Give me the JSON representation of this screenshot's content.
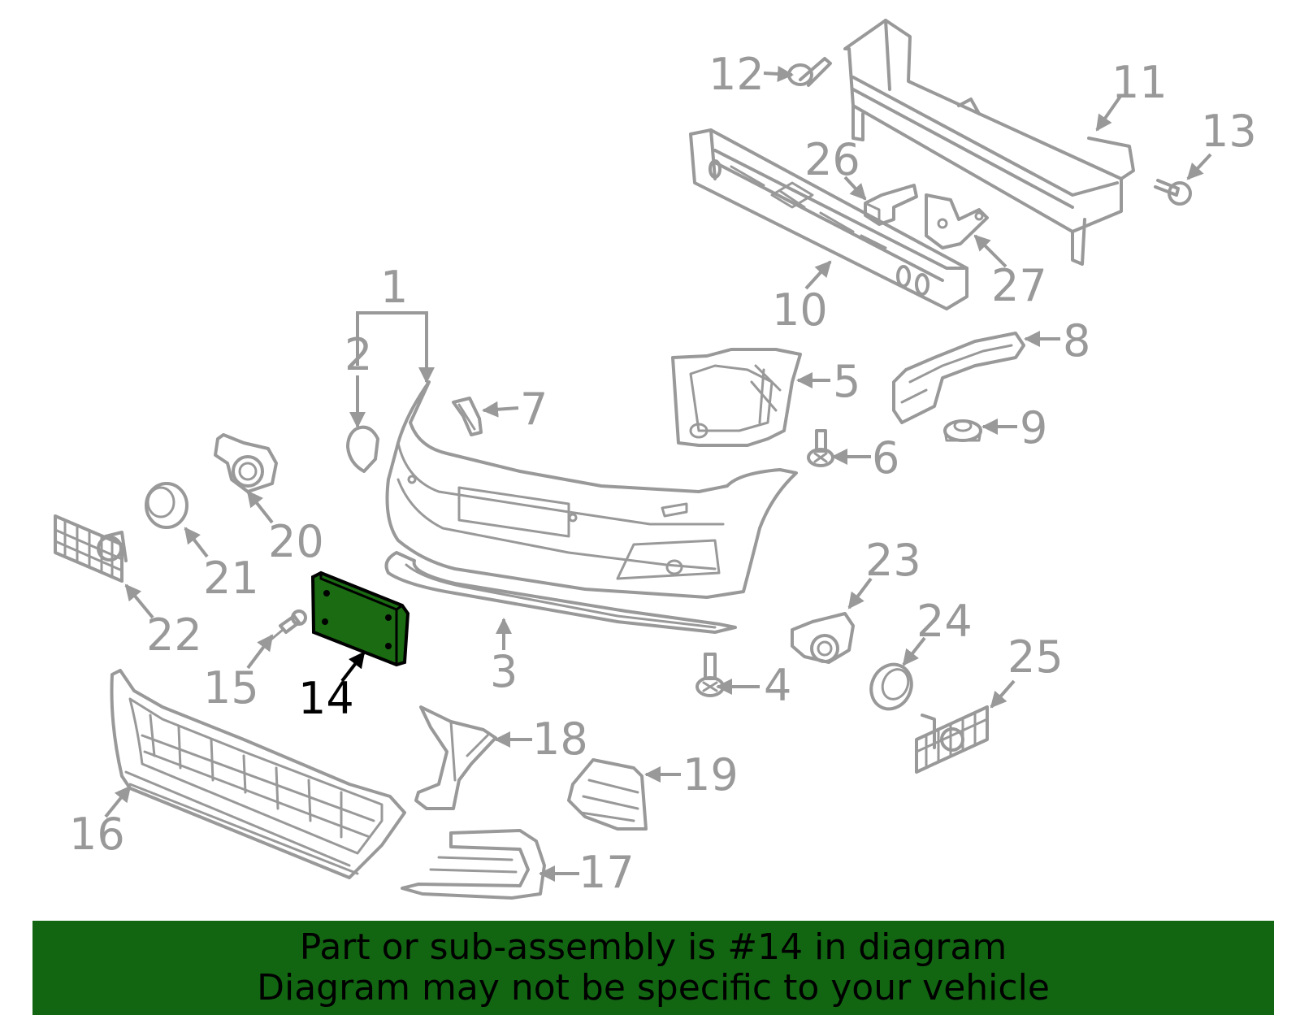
{
  "diagram": {
    "highlight_color": "#1a6b12",
    "part_color": "#999999",
    "callouts": [
      "1",
      "2",
      "3",
      "4",
      "5",
      "6",
      "7",
      "8",
      "9",
      "10",
      "11",
      "12",
      "13",
      "14",
      "15",
      "16",
      "17",
      "18",
      "19",
      "20",
      "21",
      "22",
      "23",
      "24",
      "25",
      "26",
      "27"
    ],
    "highlighted_part": "14"
  },
  "banner": {
    "color": "#126612",
    "line1": "Part or sub-assembly is #14 in diagram",
    "line2": "Diagram may not be specific to your vehicle"
  }
}
